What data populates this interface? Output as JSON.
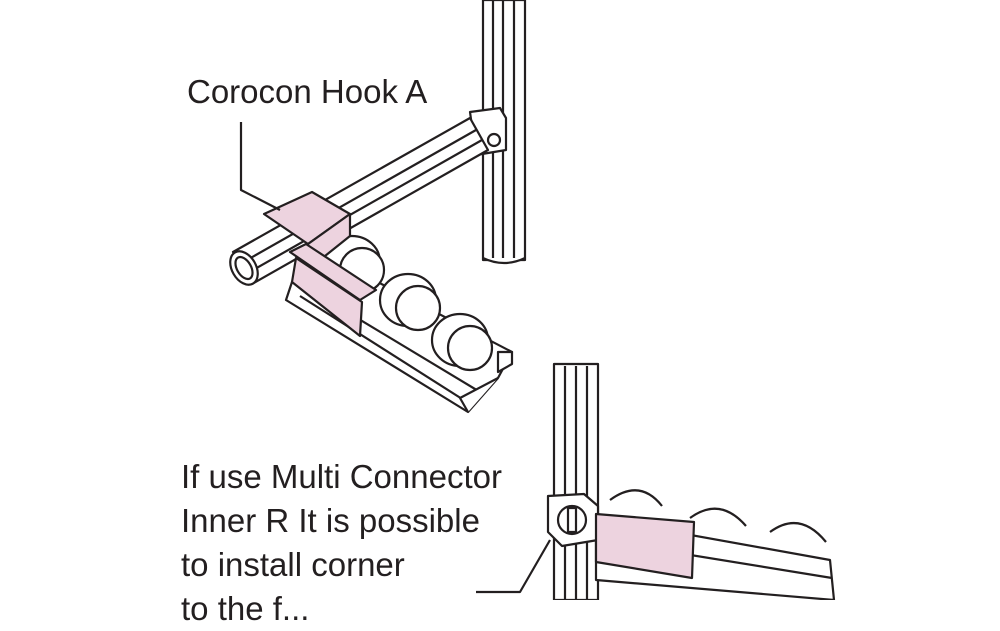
{
  "labels": {
    "hook": "Corocon Hook A",
    "note_lines": [
      "If use Multi Connector",
      "Inner R It is possible",
      "to install corner",
      "to the f..."
    ]
  },
  "colors": {
    "line": "#231f20",
    "highlight": "#edd3df",
    "metal": "#ffffff"
  }
}
